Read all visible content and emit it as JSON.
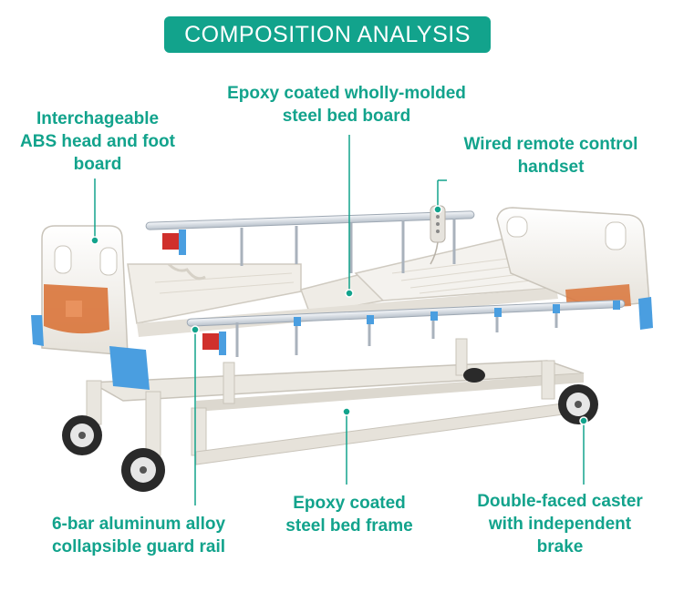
{
  "colors": {
    "accent": "#12a38c",
    "leader_line": "#12a38c",
    "bed_white": "#f4f2ee",
    "frame": "#e9e6df",
    "rail": "#cfd5dc",
    "orange": "#d9743a",
    "blue": "#4a9ee0",
    "red": "#d0302c"
  },
  "banner": {
    "title": "COMPOSITION ANALYSIS"
  },
  "labels": {
    "head_foot_board": [
      "Interchageable",
      "ABS head and foot",
      "board"
    ],
    "bed_board": [
      "Epoxy coated wholly-molded",
      "steel bed board"
    ],
    "remote": [
      "Wired remote control",
      "handset"
    ],
    "guard_rail": [
      "6-bar aluminum alloy",
      "collapsible guard rail"
    ],
    "bed_frame": [
      "Epoxy coated",
      "steel bed frame"
    ],
    "caster": [
      "Double-faced caster",
      "with independent",
      "brake"
    ]
  },
  "icons": [
    "hospital-bed-illustration",
    "leader-dot"
  ]
}
